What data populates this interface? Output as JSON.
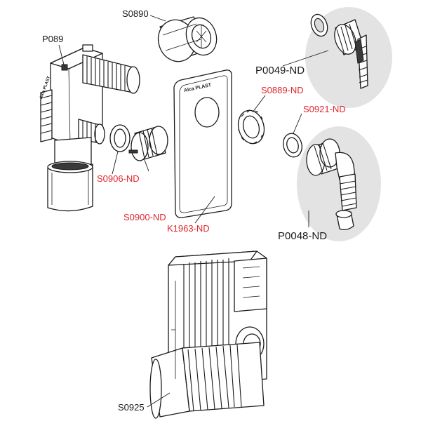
{
  "labels": {
    "s0890": "S0890",
    "p089": "P089",
    "p0049": "P0049-ND",
    "s0889": "S0889-ND",
    "s0921": "S0921-ND",
    "s0906": "S0906-ND",
    "s0900": "S0900-ND",
    "k1963": "K1963-ND",
    "p0048": "P0048-ND",
    "s0925": "S0925"
  },
  "plate_brand": "Alca PLAST",
  "colors": {
    "black_label": "#1a1a1a",
    "red_label": "#e0252b",
    "bubble": "#e3e3e3"
  }
}
